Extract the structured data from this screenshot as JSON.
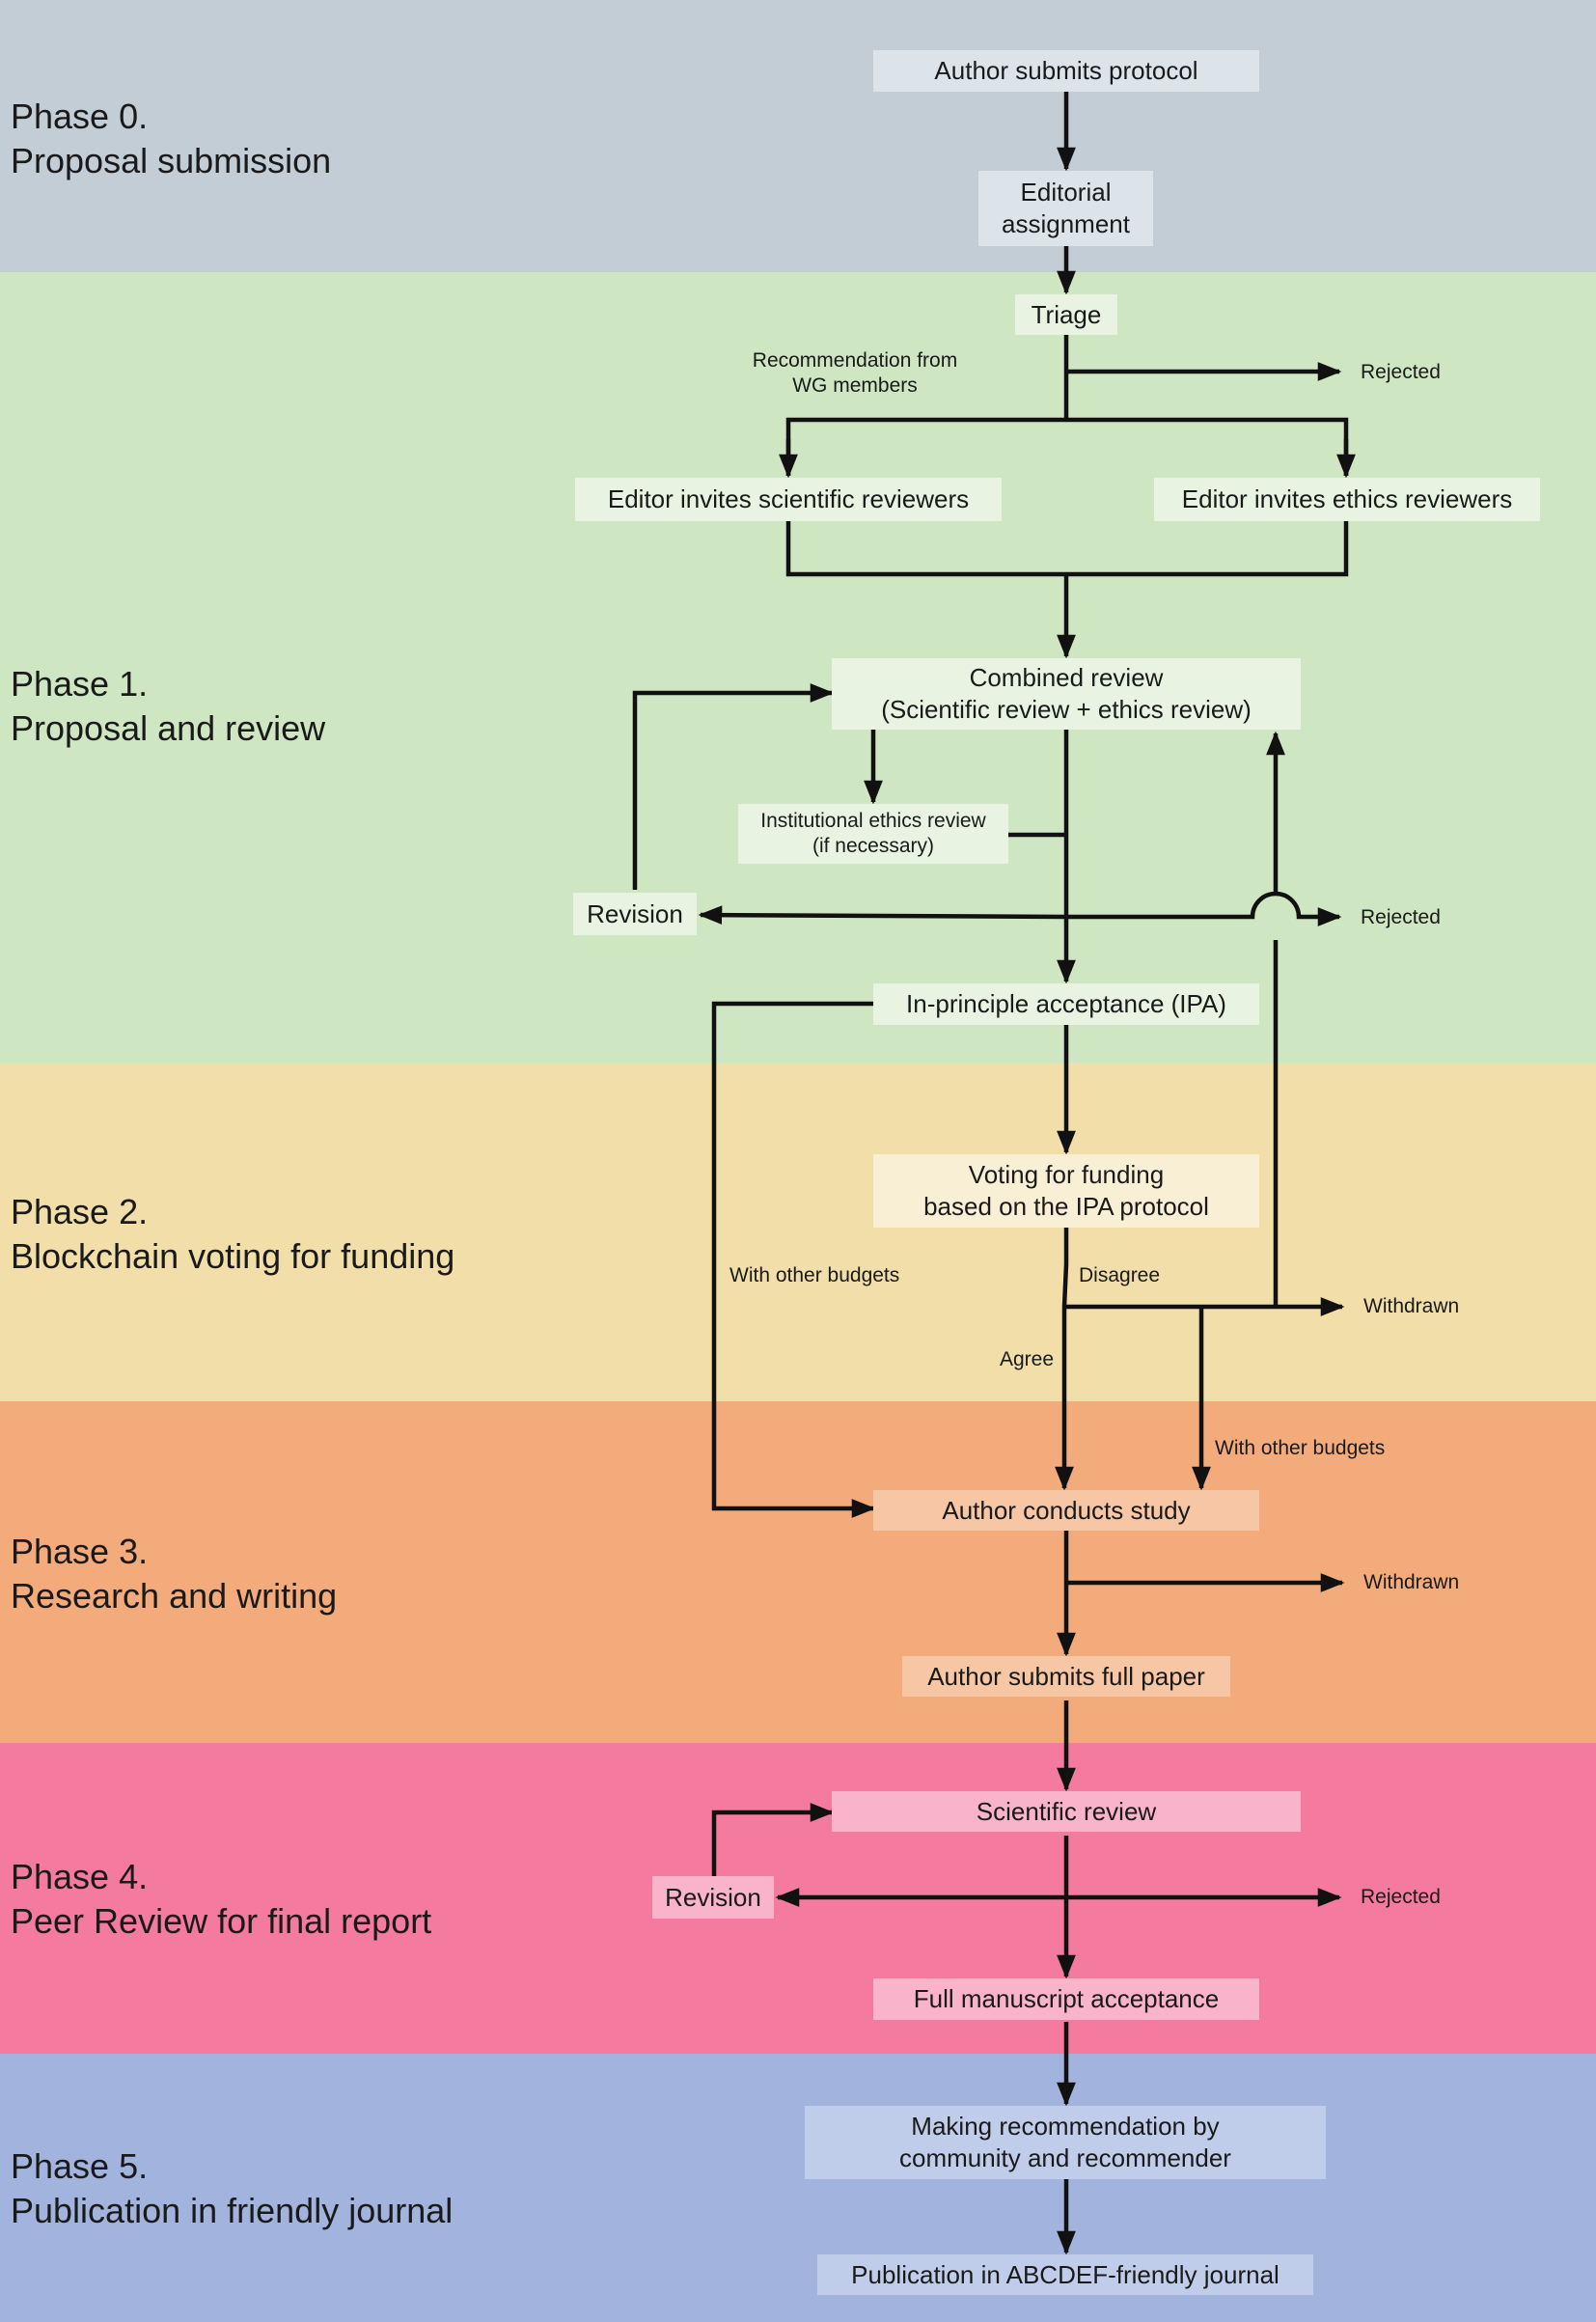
{
  "colors": {
    "phase0_bg": "#c2cdd5",
    "phase0_box": "#dde4e9",
    "phase1_bg": "#cfe6c3",
    "phase1_box": "#e8f3e2",
    "phase2_bg": "#f1dea8",
    "phase2_box": "#f8efd4",
    "phase3_bg": "#f3ab7c",
    "phase3_box": "#f7c6a5",
    "phase4_bg": "#f57aa0",
    "phase4_box": "#f9b3ca",
    "phase5_bg": "#a2b4dd",
    "phase5_box": "#c0cdea",
    "arrow": "#111111"
  },
  "phases": [
    {
      "title": "Phase 0.",
      "subtitle": "Proposal submission"
    },
    {
      "title": "Phase 1.",
      "subtitle": "Proposal and review"
    },
    {
      "title": "Phase 2.",
      "subtitle": "Blockchain voting for funding"
    },
    {
      "title": "Phase 3.",
      "subtitle": "Research and writing"
    },
    {
      "title": "Phase 4.",
      "subtitle": "Peer Review for final report"
    },
    {
      "title": "Phase 5.",
      "subtitle": "Publication in friendly journal"
    }
  ],
  "nodes": {
    "author_submits_protocol": "Author submits protocol",
    "editorial_assignment": [
      "Editorial",
      "assignment"
    ],
    "triage": "Triage",
    "editor_invites_scientific": "Editor invites scientific reviewers",
    "editor_invites_ethics": "Editor invites ethics reviewers",
    "combined_review": [
      "Combined review",
      "(Scientific review + ethics review)"
    ],
    "institutional_ethics": [
      "Institutional ethics review",
      "(if necessary)"
    ],
    "revision_1": "Revision",
    "ipa": "In-principle acceptance (IPA)",
    "voting": [
      "Voting for funding",
      "based on the IPA protocol"
    ],
    "author_conducts_study": "Author conducts study",
    "author_submits_full_paper": "Author submits full paper",
    "scientific_review": "Scientific review",
    "revision_4": "Revision",
    "full_manuscript_acceptance": "Full manuscript acceptance",
    "making_recommendation": [
      "Making recommendation by",
      "community and recommender"
    ],
    "publication": "Publication in ABCDEF-friendly journal"
  },
  "labels": {
    "recommendation_wg": [
      "Recommendation  from",
      "WG members"
    ],
    "rejected_triage": "Rejected",
    "rejected_phase1": "Rejected",
    "with_other_budgets_left": "With other budgets",
    "disagree": "Disagree",
    "agree": "Agree",
    "withdrawn_phase2": "Withdrawn",
    "with_other_budgets_right": "With other budgets",
    "withdrawn_phase3": "Withdrawn",
    "rejected_phase4": "Rejected"
  }
}
